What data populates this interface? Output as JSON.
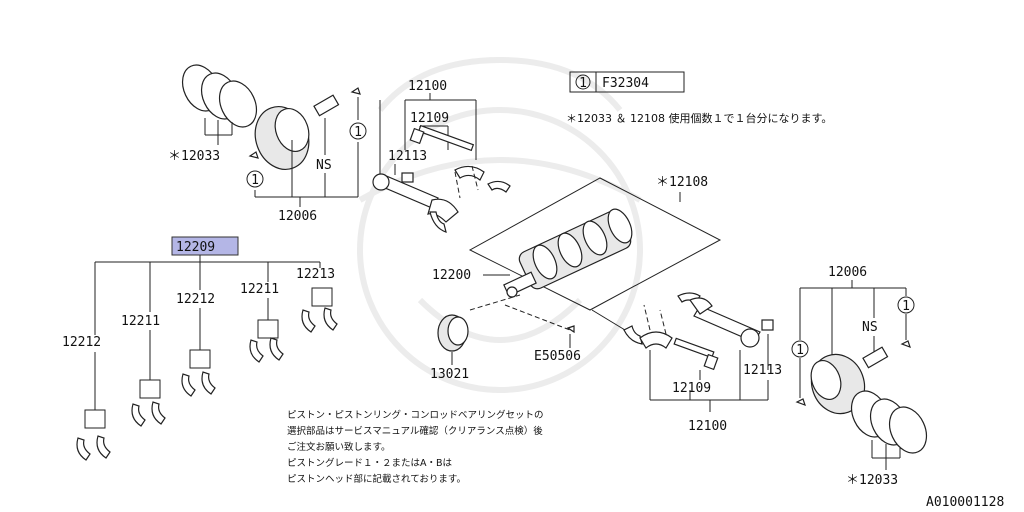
{
  "ref_box": {
    "circle": "1",
    "code": "F32304"
  },
  "ref_note": "＊12033 ＆ 12108 使用個数１で１台分になります。",
  "highlight": {
    "text": "12209",
    "color": "#b4b6e6"
  },
  "callouts": {
    "c12100_top": "12100",
    "c12109_top": "12109",
    "c12113_top": "12113",
    "c12033_top": "＊12033",
    "ns_top": "NS",
    "c12006_top": "12006",
    "circ1_top_right": "1",
    "circ1_top_left": "1",
    "c12108": "＊12108",
    "c12200": "12200",
    "c13021": "13021",
    "e50506": "E50506",
    "c12212_left": "12212",
    "c12211_left": "12211",
    "c12212_mid": "12212",
    "c12211_mid": "12211",
    "c12213": "12213",
    "c12006_right": "12006",
    "ns_right": "NS",
    "circ1_right_top": "1",
    "circ1_right_left": "1",
    "c12109_bot": "12109",
    "c12113_bot": "12113",
    "c12100_bot": "12100",
    "c12033_bot": "＊12033"
  },
  "notes": [
    "ピストン・ピストンリング・コンロッドベアリングセットの",
    "選択部品はサービスマニュアル確認（クリアランス点検）後",
    "ご注文お願い致します。",
    "ピストングレード１・２またはA・Bは",
    "ピストンヘッド部に記載されております。"
  ],
  "footer_code": "A010001128"
}
